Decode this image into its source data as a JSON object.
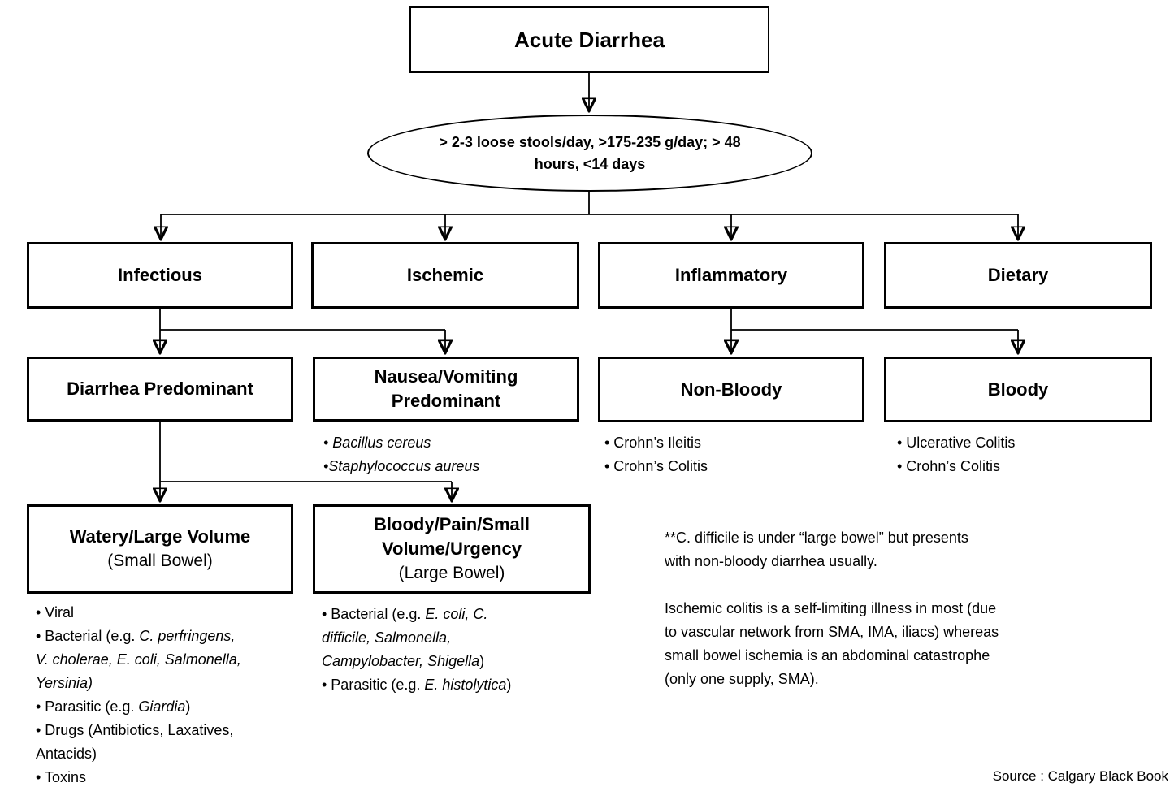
{
  "colors": {
    "ink": "#000000",
    "background": "#ffffff"
  },
  "nodes": {
    "root": "Acute Diarrhea",
    "criteria_lines": [
      "> 2-3 loose stools/day, >175-235 g/day; > 48",
      "hours, <14 days"
    ],
    "infectious": "Infectious",
    "ischemic": "Ischemic",
    "inflammatory": "Inflammatory",
    "dietary": "Dietary",
    "diarrhea_predominant": "Diarrhea Predominant",
    "nausea_vomiting": "Nausea/Vomiting Predominant",
    "non_bloody": "Non-Bloody",
    "bloody": "Bloody",
    "watery_title": "Watery/Large Volume",
    "watery_subtitle": "(Small Bowel)",
    "bloody_pain_title": "Bloody/Pain/Small Volume/Urgency",
    "bloody_pain_subtitle": "(Large Bowel)"
  },
  "lists": {
    "nausea": {
      "l1": {
        "it": "• Bacillus cereus"
      },
      "l2": {
        "it": "•Staphylococcus aureus"
      }
    },
    "non_bloody": {
      "l1": {
        "pre": "• Crohn’s Ileitis"
      },
      "l2": {
        "pre": "• Crohn’s Colitis"
      }
    },
    "bloody": {
      "l1": {
        "pre": "• Ulcerative Colitis"
      },
      "l2": {
        "pre": "• Crohn’s Colitis"
      }
    },
    "watery": {
      "l1": {
        "pre": "• Viral"
      },
      "l2": {
        "pre": "• Bacterial (e.g. ",
        "it": "C. perfringens,"
      },
      "l3": {
        "it": "V. cholerae, E. coli, Salmonella,"
      },
      "l4": {
        "it": "Yersinia)"
      },
      "l5": {
        "pre": "• Parasitic (e.g. ",
        "it": "Giardia",
        "post": ")"
      },
      "l6": {
        "pre": "• Drugs (Antibiotics, Laxatives,"
      },
      "l7": {
        "pre": "Antacids)"
      },
      "l8": {
        "pre": "• Toxins"
      }
    },
    "bloody_pain": {
      "l1": {
        "pre": "• Bacterial (e.g. ",
        "it": "E. coli, C."
      },
      "l2": {
        "it": "difficile, Salmonella,"
      },
      "l3": {
        "it": "Campylobacter, Shigella",
        "post": ")"
      },
      "l4": {
        "pre": "• Parasitic (e.g. ",
        "it": "E. histolytica",
        "post": ")"
      }
    }
  },
  "notes": {
    "note1_lines": [
      "**C. difficile is under “large bowel” but presents",
      "with non-bloody diarrhea usually."
    ],
    "note2_lines": [
      "Ischemic colitis is a self-limiting illness in most (due",
      "to vascular network from SMA, IMA, iliacs) whereas",
      "small bowel ischemia is an abdominal catastrophe",
      "(only one supply, SMA)."
    ]
  },
  "source": "Source : Calgary Black Book"
}
